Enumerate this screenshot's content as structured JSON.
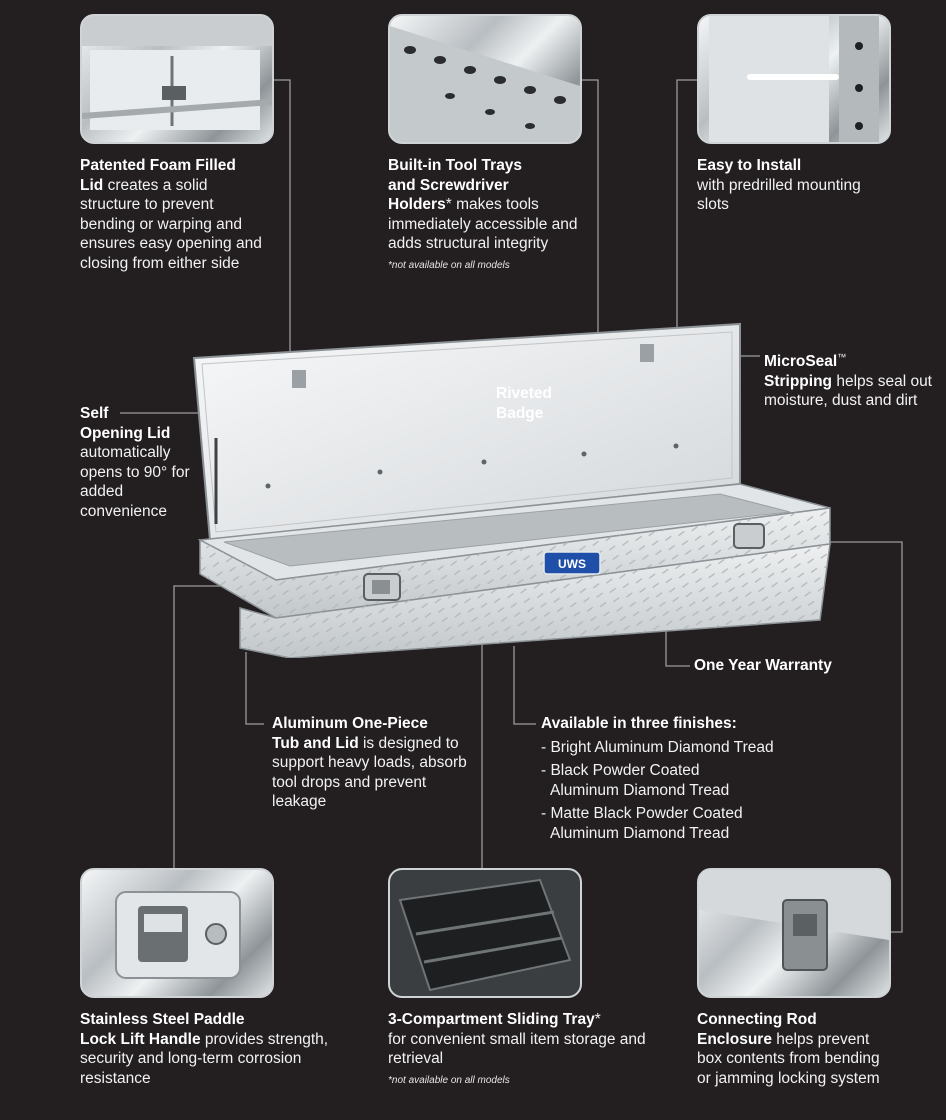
{
  "callouts": {
    "foam_lid": {
      "title": "Patented Foam Filled Lid",
      "title_a": "Patented Foam Filled",
      "title_b": "Lid",
      "body": "creates a solid structure to prevent bending or warping and ensures easy opening and closing from either side"
    },
    "tool_trays": {
      "title_a": "Built-in Tool Trays",
      "title_b": "and Screwdriver",
      "title_c": "Holders",
      "star": "*",
      "body": "makes tools immediately accessible and adds structural integrity",
      "note": "*not available on all models"
    },
    "easy_install": {
      "title": "Easy to Install",
      "body": "with predrilled mounting slots"
    },
    "microseal": {
      "title_a": "MicroSeal",
      "tm": "™",
      "title_b": "Stripping",
      "body": "helps seal out moisture, dust and dirt"
    },
    "self_opening": {
      "title_a": "Self",
      "title_b": "Opening Lid",
      "body": "automatically opens to 90° for added convenience"
    },
    "riveted_badge": {
      "title_a": "Riveted",
      "title_b": "Badge"
    },
    "warranty": {
      "title": "One Year Warranty"
    },
    "one_piece": {
      "title_a": "Aluminum One-Piece",
      "title_b": "Tub and Lid",
      "body": "is designed to support heavy loads, absorb tool drops and prevent leakage"
    },
    "finishes": {
      "title": "Available in three finishes:",
      "items": [
        {
          "line1": "- Bright Aluminum Diamond Tread",
          "line2": ""
        },
        {
          "line1": "- Black Powder Coated",
          "line2": "Aluminum Diamond Tread"
        },
        {
          "line1": "- Matte Black Powder Coated",
          "line2": "Aluminum Diamond Tread"
        }
      ]
    },
    "paddle_handle": {
      "title_a": "Stainless Steel Paddle",
      "title_b": "Lock Lift Handle",
      "body": "provides strength, security and long-term corrosion resistance"
    },
    "sliding_tray": {
      "title": "3-Compartment Sliding Tray",
      "star": "*",
      "body": "for convenient small item storage and retrieval",
      "note": "*not available on all models"
    },
    "rod_enclosure": {
      "title_a": "Connecting Rod",
      "title_b": "Enclosure",
      "body": "helps prevent box contents from bending or jamming locking system"
    }
  },
  "badge": {
    "text": "UWS",
    "color": "#1f4fa8"
  },
  "colors": {
    "background": "#231f20",
    "leader": "#9a9a9a",
    "aluminum": "#d9dde0"
  },
  "thumbs": {
    "foam_lid": "foam-lid-photo",
    "tool_trays": "tool-tray-photo",
    "easy_install": "mounting-slot-photo",
    "paddle_handle": "paddle-handle-photo",
    "sliding_tray": "sliding-tray-photo",
    "rod_enclosure": "rod-enclosure-photo"
  }
}
